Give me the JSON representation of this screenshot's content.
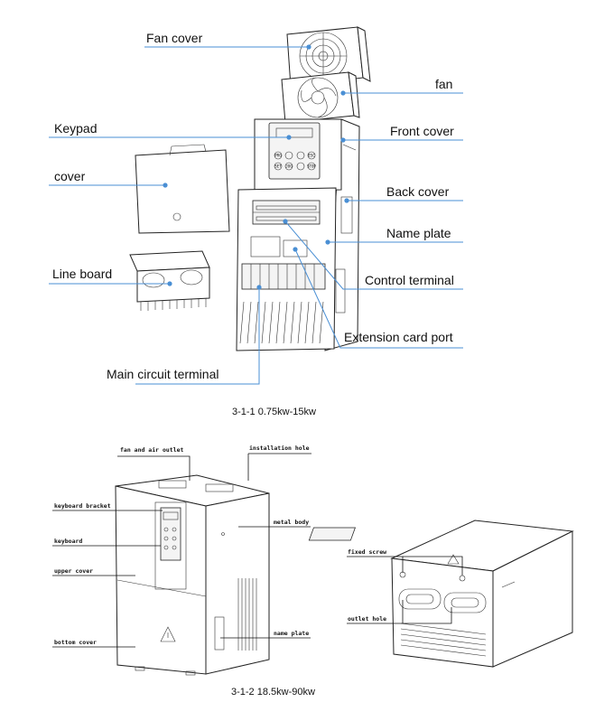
{
  "figure1": {
    "labels": {
      "fan_cover": "Fan cover",
      "fan": "fan",
      "keypad": "Keypad",
      "front_cover": "Front cover",
      "cover": "cover",
      "back_cover": "Back cover",
      "name_plate": "Name plate",
      "line_board": "Line board",
      "control_terminal": "Control terminal",
      "extension_card_port": "Extension card port",
      "main_circuit_terminal": "Main circuit terminal"
    },
    "keypad_keys": [
      "PRG",
      "ESC",
      "SET",
      "JOG",
      "STOP"
    ],
    "caption": "3-1-1 0.75kw-15kw"
  },
  "figure2": {
    "labels": {
      "fan_and_air_outlet": "fan and air outlet",
      "installation_hole": "installation hole",
      "keyboard_bracket": "keyboard bracket",
      "metal_body": "metal body",
      "keyboard": "keyboard",
      "upper_cover": "upper cover",
      "name_plate": "name plate",
      "bottom_cover": "bottom cover",
      "fixed_screw": "fixed screw",
      "outlet_hole": "outlet hole"
    },
    "caption": "3-1-2 18.5kw-90kw"
  },
  "colors": {
    "leader": "#4a8fd4",
    "ink": "#222222"
  }
}
